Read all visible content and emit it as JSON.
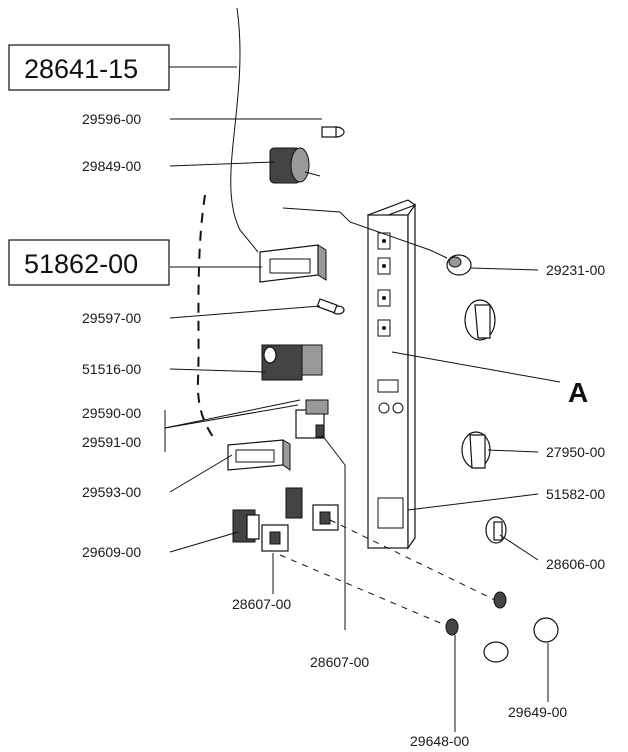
{
  "boxed_labels": {
    "top": "28641-15",
    "middle": "51862-00"
  },
  "reference_letter": "A",
  "part_numbers": {
    "p1": "29596-00",
    "p2": "29849-00",
    "p3": "29597-00",
    "p4": "51516-00",
    "p5": "29590-00",
    "p6": "29591-00",
    "p7": "29593-00",
    "p8": "29609-00",
    "p9": "28607-00",
    "p10": "28607-00",
    "p11": "29648-00",
    "p12": "29649-00",
    "p13": "28606-00",
    "p14": "51582-00",
    "p15": "27950-00",
    "p16": "29231-00"
  }
}
